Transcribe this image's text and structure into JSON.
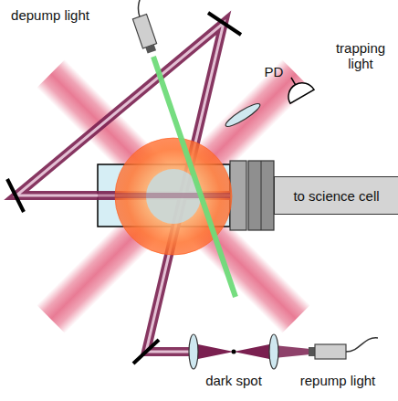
{
  "diagram": {
    "nodes": [
      {
        "text": [
          "to science cell"
        ]
      }
    ],
    "labels": [
      "depump light",
      "PD",
      "trapping light",
      "dark spot",
      "repump light"
    ]
  }
}
